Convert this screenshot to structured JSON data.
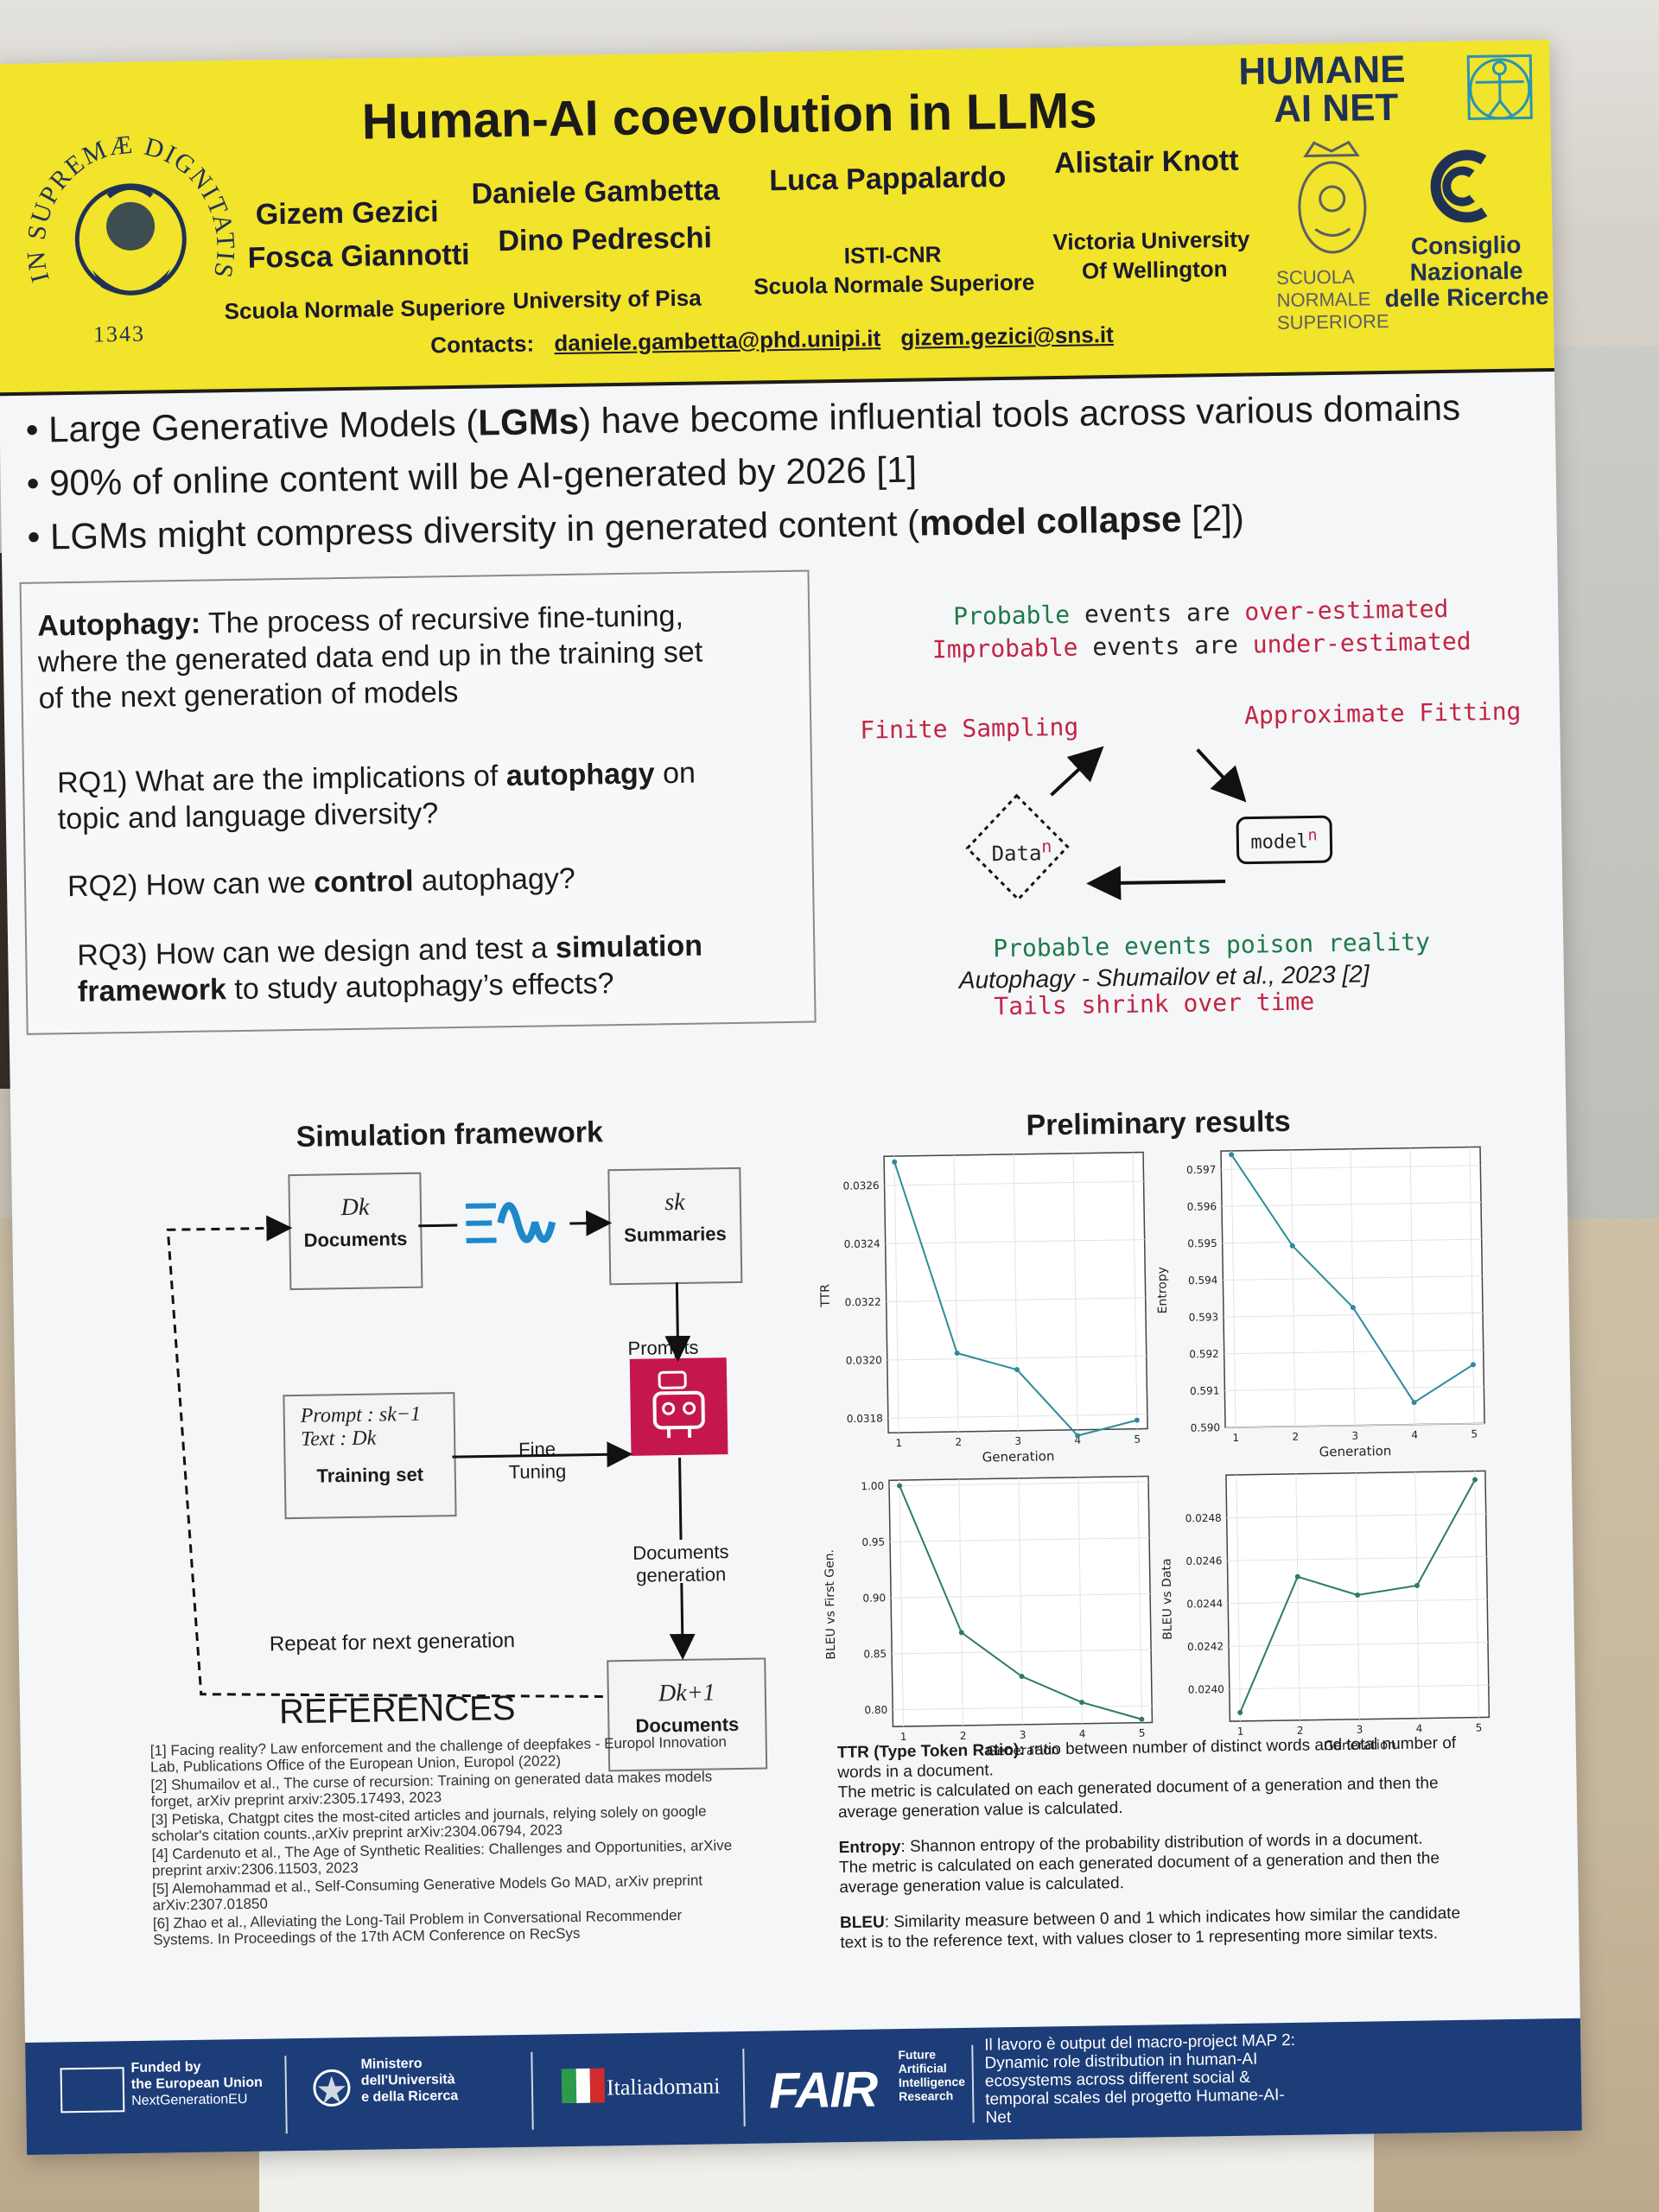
{
  "header": {
    "title": "Human-AI coevolution in LLMs",
    "authors": [
      "Gizem Gezici",
      "Daniele Gambetta",
      "Luca Pappalardo",
      "Alistair Knott",
      "Fosca Giannotti",
      "Dino Pedreschi"
    ],
    "affiliations": {
      "sns_left": "Scuola Normale Superiore",
      "unipi": "University of Pisa",
      "isti": "ISTI-CNR",
      "sns_mid": "Scuola Normale Superiore",
      "vuw_line1": "Victoria University",
      "vuw_line2": "Of Wellington"
    },
    "contacts_label": "Contacts:",
    "contact_emails": [
      "daniele.gambetta@phd.unipi.it",
      "gizem.gezici@sns.it"
    ],
    "seal_motto": "IN SUPREMÆ DIGNITATIS",
    "seal_year": "1343",
    "humane_line1": "HUMANE",
    "humane_line2": "AI NET",
    "sns_logo": [
      "SCUOLA",
      "NORMALE",
      "SUPERIORE"
    ],
    "cnr_logo": [
      "Consiglio",
      "Nazionale",
      "delle Ricerche"
    ],
    "icons": [
      "vitruvian-man-icon",
      "sns-crest-icon",
      "cnr-logo-icon",
      "university-seal-icon"
    ]
  },
  "bullets": [
    {
      "pre": "Large Generative Models (",
      "bold": "LGMs",
      "post": ") have become influential tools across various domains"
    },
    {
      "pre": "90% of online content will be AI-generated by 2026 [1]",
      "bold": "",
      "post": ""
    },
    {
      "pre": "LGMs might compress diversity in generated content (",
      "bold": "model collapse",
      "post": " [2])"
    }
  ],
  "autophagy": {
    "def_bold": "Autophagy:",
    "def_line1": " The process of recursive fine-tuning,",
    "def_line2": "where the generated data end up in the training set",
    "def_line3": "of the next generation of models",
    "rq1_pre": "RQ1) What are the implications of ",
    "rq1_bold": "autophagy",
    "rq1_post": " on",
    "rq1_line2": "topic and language diversity?",
    "rq2_pre": "RQ2) How can we ",
    "rq2_bold": "control",
    "rq2_post": " autophagy?",
    "rq3_pre": "RQ3) How can we design and test a ",
    "rq3_bold": "simulation",
    "rq3_bold2": "framework",
    "rq3_post": " to study autophagy’s effects?"
  },
  "cycle": {
    "probable": "Probable",
    "events_are": " events are ",
    "over": "over-estimated",
    "improbable": "Improbable",
    "under": "under-estimated",
    "finite_sampling": "Finite Sampling",
    "approx_fitting": "Approximate Fitting",
    "data_label": "Data",
    "model_label": "model",
    "sup": "n",
    "poison_green": "Probable",
    "poison_rest": " events poison reality",
    "tails": "Tails shrink over time",
    "citation": "Autophagy - Shumailov et al., 2023 [2]",
    "colors": {
      "green": "#1e7a4a",
      "red": "#c02645"
    }
  },
  "framework": {
    "title": "Simulation framework",
    "dk": "Dk",
    "documents": "Documents",
    "sk": "sk",
    "summaries": "Summaries",
    "prompts": "Prompts",
    "prompt_line": "Prompt : sk−1",
    "text_line": "Text : Dk",
    "training_set": "Training set",
    "fine_tuning_1": "Fine",
    "fine_tuning_2": "Tuning",
    "documents_generation_1": "Documents",
    "documents_generation_2": "generation",
    "repeat": "Repeat for next generation",
    "dk1": "Dk+1",
    "documents2": "Documents",
    "icons": [
      "wave-icon",
      "robot-icon"
    ],
    "accent": "#c5174d"
  },
  "results_title": "Preliminary results",
  "chart_data": [
    {
      "type": "line",
      "title": "",
      "xlabel": "Generation",
      "ylabel": "TTR",
      "x": [
        1,
        2,
        3,
        4,
        5
      ],
      "values": [
        0.03268,
        0.03202,
        0.03196,
        0.03173,
        0.03178
      ],
      "ylim": [
        0.03175,
        0.0327
      ],
      "yticks": [
        "0.0318",
        "0.0320",
        "0.0322",
        "0.0324",
        "0.0326"
      ],
      "xticks": [
        "1",
        "2",
        "3",
        "4",
        "5"
      ],
      "grid": true,
      "color": "#2e8b9a"
    },
    {
      "type": "line",
      "title": "",
      "xlabel": "Generation",
      "ylabel": "Entropy",
      "x": [
        1,
        2,
        3,
        4,
        5
      ],
      "values": [
        0.5974,
        0.5949,
        0.5932,
        0.5906,
        0.5916
      ],
      "ylim": [
        0.59,
        0.5975
      ],
      "yticks": [
        "0.590",
        "0.591",
        "0.592",
        "0.593",
        "0.594",
        "0.595",
        "0.596",
        "0.597"
      ],
      "xticks": [
        "1",
        "2",
        "3",
        "4",
        "5"
      ],
      "grid": true,
      "color": "#2e8b9a"
    },
    {
      "type": "line",
      "title": "",
      "xlabel": "Generation",
      "ylabel": "BLEU vs First Gen.",
      "x": [
        1,
        2,
        3,
        4,
        5
      ],
      "values": [
        1.0,
        0.868,
        0.828,
        0.804,
        0.788
      ],
      "ylim": [
        0.785,
        1.005
      ],
      "yticks": [
        "0.80",
        "0.85",
        "0.90",
        "0.95",
        "1.00"
      ],
      "xticks": [
        "1",
        "2",
        "3",
        "4",
        "5"
      ],
      "grid": true,
      "color": "#2e7d5a"
    },
    {
      "type": "line",
      "title": "",
      "xlabel": "Generation",
      "ylabel": "BLEU vs Data",
      "x": [
        1,
        2,
        3,
        4,
        5
      ],
      "values": [
        0.02389,
        0.02452,
        0.02443,
        0.02447,
        0.02496
      ],
      "ylim": [
        0.02385,
        0.025
      ],
      "yticks": [
        "0.0240",
        "0.0242",
        "0.0244",
        "0.0246",
        "0.0248"
      ],
      "xticks": [
        "1",
        "2",
        "3",
        "4",
        "5"
      ],
      "grid": true,
      "color": "#2e7d5a"
    }
  ],
  "references": {
    "title": "REFERENCES",
    "items": [
      "[1] Facing reality? Law enforcement and the challenge of deepfakes - Europol Innovation Lab, Publications Office of the European Union, Europol (2022)",
      "[2] Shumailov et al., The curse of recursion: Training on generated data makes models forget, arXiv preprint arxiv:2305.17493, 2023",
      "[3] Petiska, Chatgpt cites the most-cited articles and journals, relying solely on google scholar's citation counts.,arXiv preprint arXiv:2304.06794, 2023",
      "[4] Cardenuto et al., The Age of Synthetic Realities: Challenges and Opportunities, arXive preprint arxiv:2306.11503, 2023",
      "[5] Alemohammad et al., Self-Consuming Generative Models Go MAD, arXiv preprint arXiv:2307.01850",
      "[6] Zhao et al., Alleviating the Long-Tail Problem in Conversational Recommender Systems. In Proceedings of the 17th ACM Conference on RecSys"
    ]
  },
  "definitions": {
    "ttr_bold": "TTR (Type Token Ratio):",
    "ttr_text": " ratio between number of distinct words and total number of words in a document.",
    "ttr_text2": "The metric is calculated on each generated document of a generation and then the average generation value is calculated.",
    "entropy_bold": "Entropy",
    "entropy_text": ": Shannon entropy of the probability distribution of words in a document.",
    "entropy_text2": "The metric is calculated on each generated document of a generation and then the average generation value is calculated.",
    "bleu_bold": "BLEU",
    "bleu_text": ": Similarity measure between 0 and 1 which indicates how similar the candidate text is to the reference text, with values closer to 1 representing more similar texts."
  },
  "footer": {
    "eu": [
      "Funded by",
      "the European Union",
      "NextGenerationEU"
    ],
    "ministero": [
      "Ministero",
      "dell'Università",
      "e della Ricerca"
    ],
    "italiadomani": "Italiadomani",
    "fair_logo": "FAIR",
    "fair": [
      "Future",
      "Artificial",
      "Intelligence",
      "Research"
    ],
    "macro": "Il lavoro è output del macro-project MAP 2: Dynamic role distribution in human-AI ecosystems across different social & temporal scales del progetto Humane-AI-Net",
    "bg_color": "#1d3d78"
  }
}
